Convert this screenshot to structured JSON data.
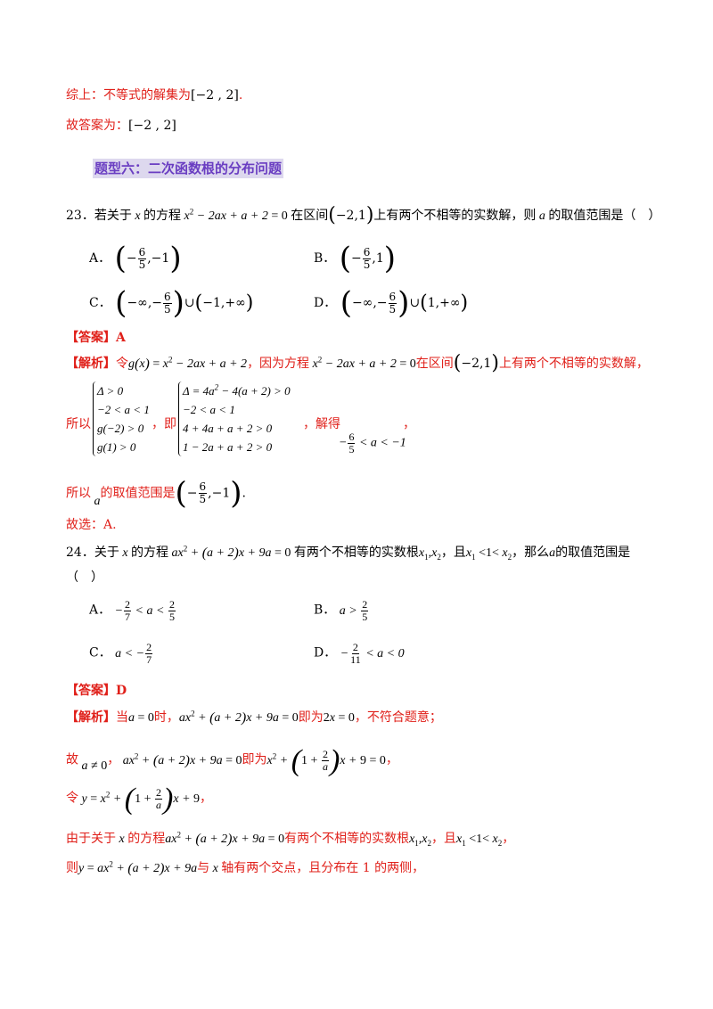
{
  "summary": {
    "line1_label": "综上：不等式的解集为",
    "line1_interval": "[−2 , 2]",
    "line1_end": ".",
    "line2_label": "故答案为：",
    "line2_interval": "[−2 , 2]"
  },
  "section": {
    "title": "题型六：二次函数根的分布问题"
  },
  "q23": {
    "number": "23．",
    "stem_a": "若关于",
    "stem_b": "的方程",
    "stem_c": "在区间",
    "stem_d": "上有两个不相等的实数解，则",
    "stem_e": "的取值范围是（　）",
    "options": {
      "A": "A．",
      "B": "B．",
      "C": "C．",
      "D": "D．"
    },
    "answer_label": "【答案】A",
    "analysis_label": "【解析】",
    "analysis_a": "令",
    "analysis_b": "，因为方程",
    "analysis_c": "在区间",
    "analysis_d": "上有两个不相等的实数解，",
    "so": "所以",
    "ie": "，即",
    "solve": "，解得",
    "comma": "，",
    "range_a": "所以",
    "range_b": "的取值范围是",
    "range_end": ".",
    "choose": "故选：A."
  },
  "q24": {
    "number": "24．",
    "stem_a": "关于",
    "stem_b": "的方程",
    "stem_c": "有两个不相等的实数根",
    "stem_d": "，且",
    "stem_e": "，那么",
    "stem_f": "的取值范围是",
    "stem_paren": "（　）",
    "options": {
      "A": "A．",
      "B": "B．",
      "C": "C．",
      "D": "D．"
    },
    "answer_label": "【答案】D",
    "analysis_label": "【解析】",
    "a1": "当",
    "a2": "时，",
    "a3": "即为",
    "a4": "，不符合题意；",
    "b1": "故",
    "b2": "，",
    "b3": "即为",
    "b4": "，",
    "c1": "令",
    "c2": "，",
    "d1": "由于关于",
    "d2": "的方程",
    "d3": "有两个不相等的实数根",
    "d4": "，且",
    "d5": "，",
    "e1": "则",
    "e2": "与",
    "e3": "轴有两个交点，且分布在",
    "e4": "1",
    "e5": "的两侧，"
  }
}
